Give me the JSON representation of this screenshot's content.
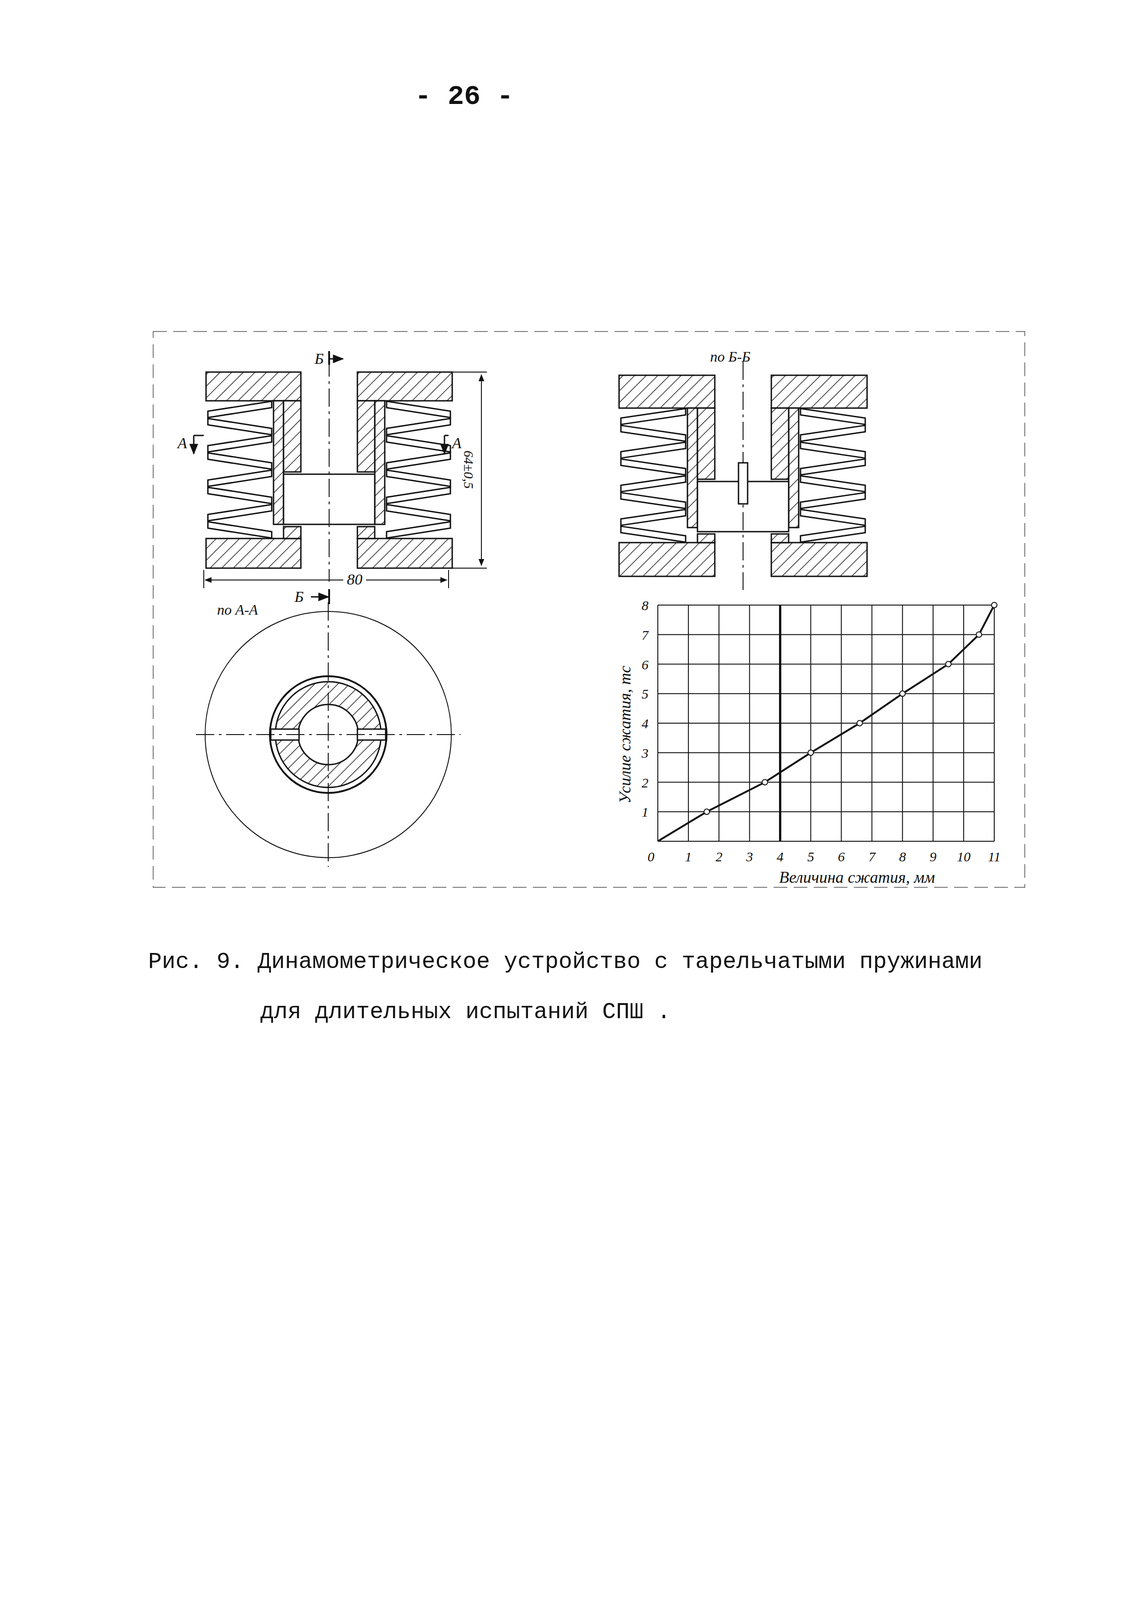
{
  "diagram": {
    "caption": "Рис. 9. Динамометрическое устройство с тарельчатыми пружинами для длительных испытаний СПШ .",
    "labels": [
      "- 26 -",
      "Б",
      "А",
      "А",
      "64±0,5",
      "Б",
      "80",
      "по А-А",
      "по Б-Б",
      "8",
      "7",
      "6",
      "5",
      "4",
      "3",
      "2",
      "1",
      "0",
      "1",
      "2",
      "3",
      "4",
      "5",
      "6",
      "7",
      "8",
      "9",
      "10",
      "11",
      "Усилие сжатия, тс",
      "Величина сжатия, мм"
    ]
  }
}
